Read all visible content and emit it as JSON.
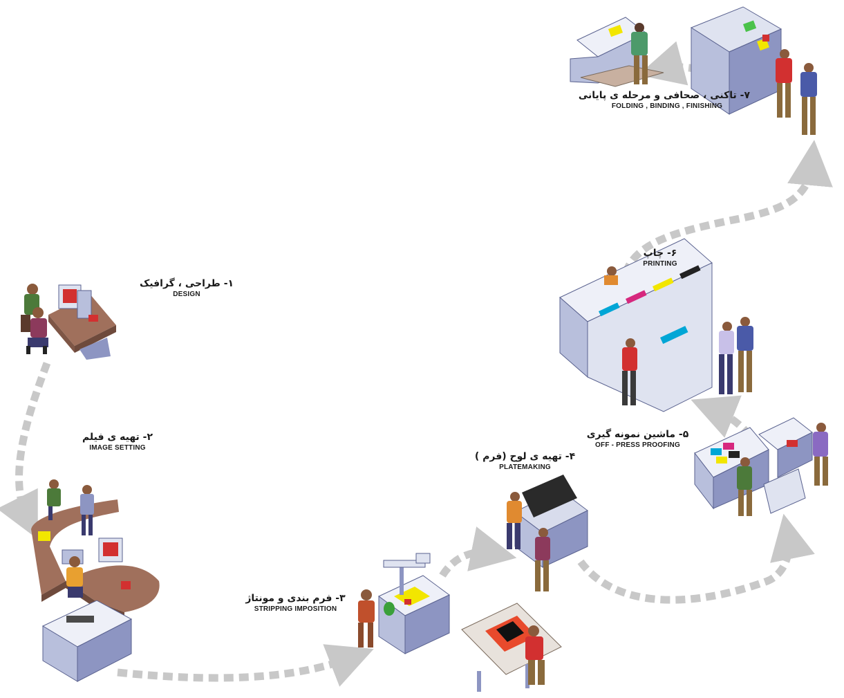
{
  "stages": [
    {
      "fa": "۱- طراحی ، گرافیک",
      "en": "DESIGN"
    },
    {
      "fa": "۲- تهیه ی فیلم",
      "en": "IMAGE SETTING"
    },
    {
      "fa": "۳- فرم بندی و مونتاژ",
      "en": "STRIPPING IMPOSITION"
    },
    {
      "fa": "۴- تهیه ی لوح (فرم )",
      "en": "PLATEMAKING"
    },
    {
      "fa": "۵- ماشین نمونه گیری",
      "en": "OFF - PRESS PROOFING"
    },
    {
      "fa": "۶- چاپ",
      "en": "PRINTING"
    },
    {
      "fa": "۷- تاکنی ، صحافی و مرحله ی پایانی",
      "en": "FOLDING , BINDING , FINISHING"
    }
  ],
  "colors": {
    "arrow": "#c8c8c8",
    "machine_light": "#dfe3f0",
    "machine_mid": "#8d95c2",
    "machine_dark": "#5a628f",
    "desk": "#a0705c",
    "ink_cyan": "#00a6d6",
    "ink_magenta": "#d6287e",
    "ink_yellow": "#f2e600",
    "ink_black": "#222222"
  }
}
